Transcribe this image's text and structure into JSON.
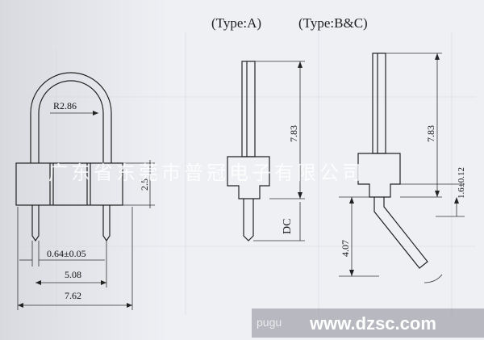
{
  "header": {
    "type_a": "(Type:A)",
    "type_bc": "(Type:B&C)"
  },
  "left_view": {
    "radius": "R2.86",
    "height": "2.5",
    "pin_width": "0.64±0.05",
    "pitch": "5.08",
    "overall_width": "7.62"
  },
  "type_a_view": {
    "pin_length": "7.83",
    "dc_label": "DC"
  },
  "type_bc_view": {
    "pin_length": "7.83",
    "offset": "1.6±0.12",
    "lower_length": "4.07"
  },
  "watermark": {
    "company": "广东省东莞市普冠电子有限公司",
    "partial": "pugu",
    "site": "www.dzsc.com"
  }
}
